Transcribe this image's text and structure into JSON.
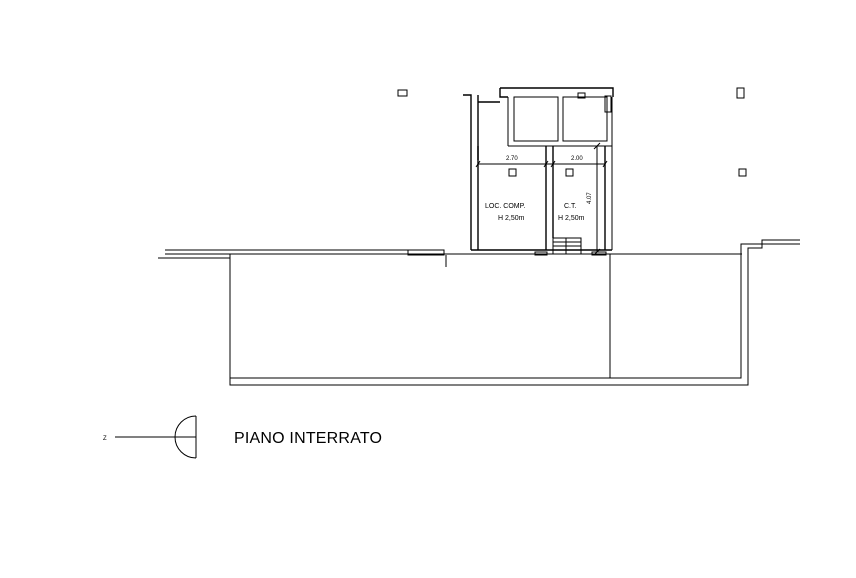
{
  "title": "PIANO INTERRATO",
  "north_label": "Z",
  "rooms": [
    {
      "name": "LOC. COMP.",
      "height": "H 2,50m"
    },
    {
      "name": "C.T.",
      "height": "H 2,50m"
    }
  ],
  "dimensions": {
    "width_left": "2.70",
    "width_right": "2.00",
    "depth": "4.07"
  }
}
